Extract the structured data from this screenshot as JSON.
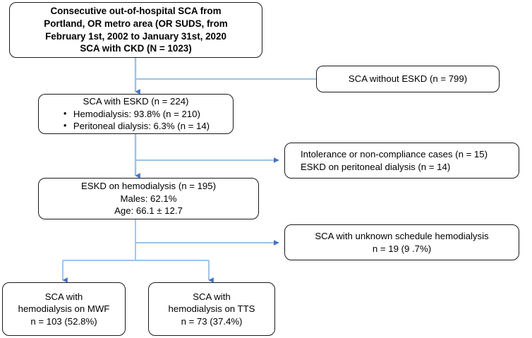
{
  "diagram": {
    "title": "CONSORT-style patient selection flow chart",
    "colors": {
      "connector": "#9cc3e5",
      "arrowhead": "#4472c4",
      "box_border": "#1a1a1a",
      "background": "#ffffff",
      "text": "#000000"
    },
    "nodes": {
      "source_cohort": {
        "lines": [
          "Consecutive out-of-hospital SCA from",
          "Portland, OR metro area (OR SUDS, from",
          "February 1st, 2002 to January 31st, 2020",
          "SCA with CKD (N = 1023)"
        ]
      },
      "excluded_without_eskd": {
        "lines": [
          "SCA without ESKD (n = 799)"
        ]
      },
      "with_eskd": {
        "heading": "SCA with ESKD (n = 224)",
        "bullets": [
          "Hemodialysis: 93.8% (n = 210)",
          "Peritoneal dialysis: 6.3% (n = 14)"
        ]
      },
      "excluded_intolerance": {
        "lines": [
          "Intolerance or non-compliance cases (n = 15)",
          "ESKD on peritoneal dialysis (n = 14)"
        ]
      },
      "eskd_hemodialysis": {
        "lines": [
          "ESKD on hemodialysis (n = 195)",
          "Males: 62.1%",
          "Age: 66.1 ± 12.7"
        ]
      },
      "excluded_unknown_schedule": {
        "lines": [
          "SCA with unknown schedule hemodialysis",
          "n = 19 (9 .7%)"
        ]
      },
      "hemodialysis_mwf": {
        "lines": [
          "SCA with",
          "hemodialysis on MWF",
          "n = 103 (52.8%)"
        ]
      },
      "hemodialysis_tts": {
        "lines": [
          "SCA with",
          "hemodialysis on TTS",
          "n = 73 (37.4%)"
        ]
      }
    }
  }
}
